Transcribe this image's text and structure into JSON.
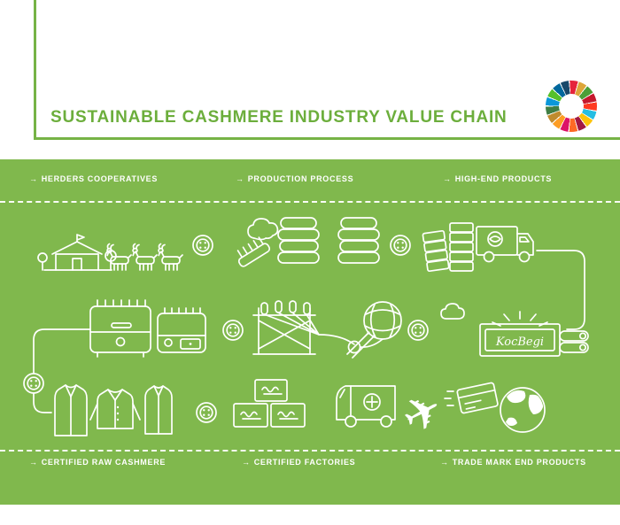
{
  "header": {
    "title": "SUSTAINABLE CASHMERE INDUSTRY VALUE CHAIN"
  },
  "sdg_wheel": {
    "colors": [
      "#E5243B",
      "#DDA63A",
      "#4C9F38",
      "#C5192D",
      "#FF3A21",
      "#26BDE2",
      "#FCC30B",
      "#A21942",
      "#FD6925",
      "#DD1367",
      "#FD9D24",
      "#BF8B2E",
      "#3F7E44",
      "#0A97D9",
      "#56C02B",
      "#00689D",
      "#19486A"
    ]
  },
  "diagram": {
    "arrow": "→",
    "top_labels": [
      "HERDERS COOPERATIVES",
      "PRODUCTION PROCESS",
      "HIGH-END PRODUCTS"
    ],
    "bottom_labels": [
      "CERTIFIED RAW CASHMERE",
      "CERTIFIED FACTORIES",
      "TRADE MARK END PRODUCTS"
    ],
    "factory_sign": "KocBegi",
    "colors": {
      "background": "#80b84d",
      "accent_green": "#6cae3c",
      "line": "#ffffff"
    }
  }
}
